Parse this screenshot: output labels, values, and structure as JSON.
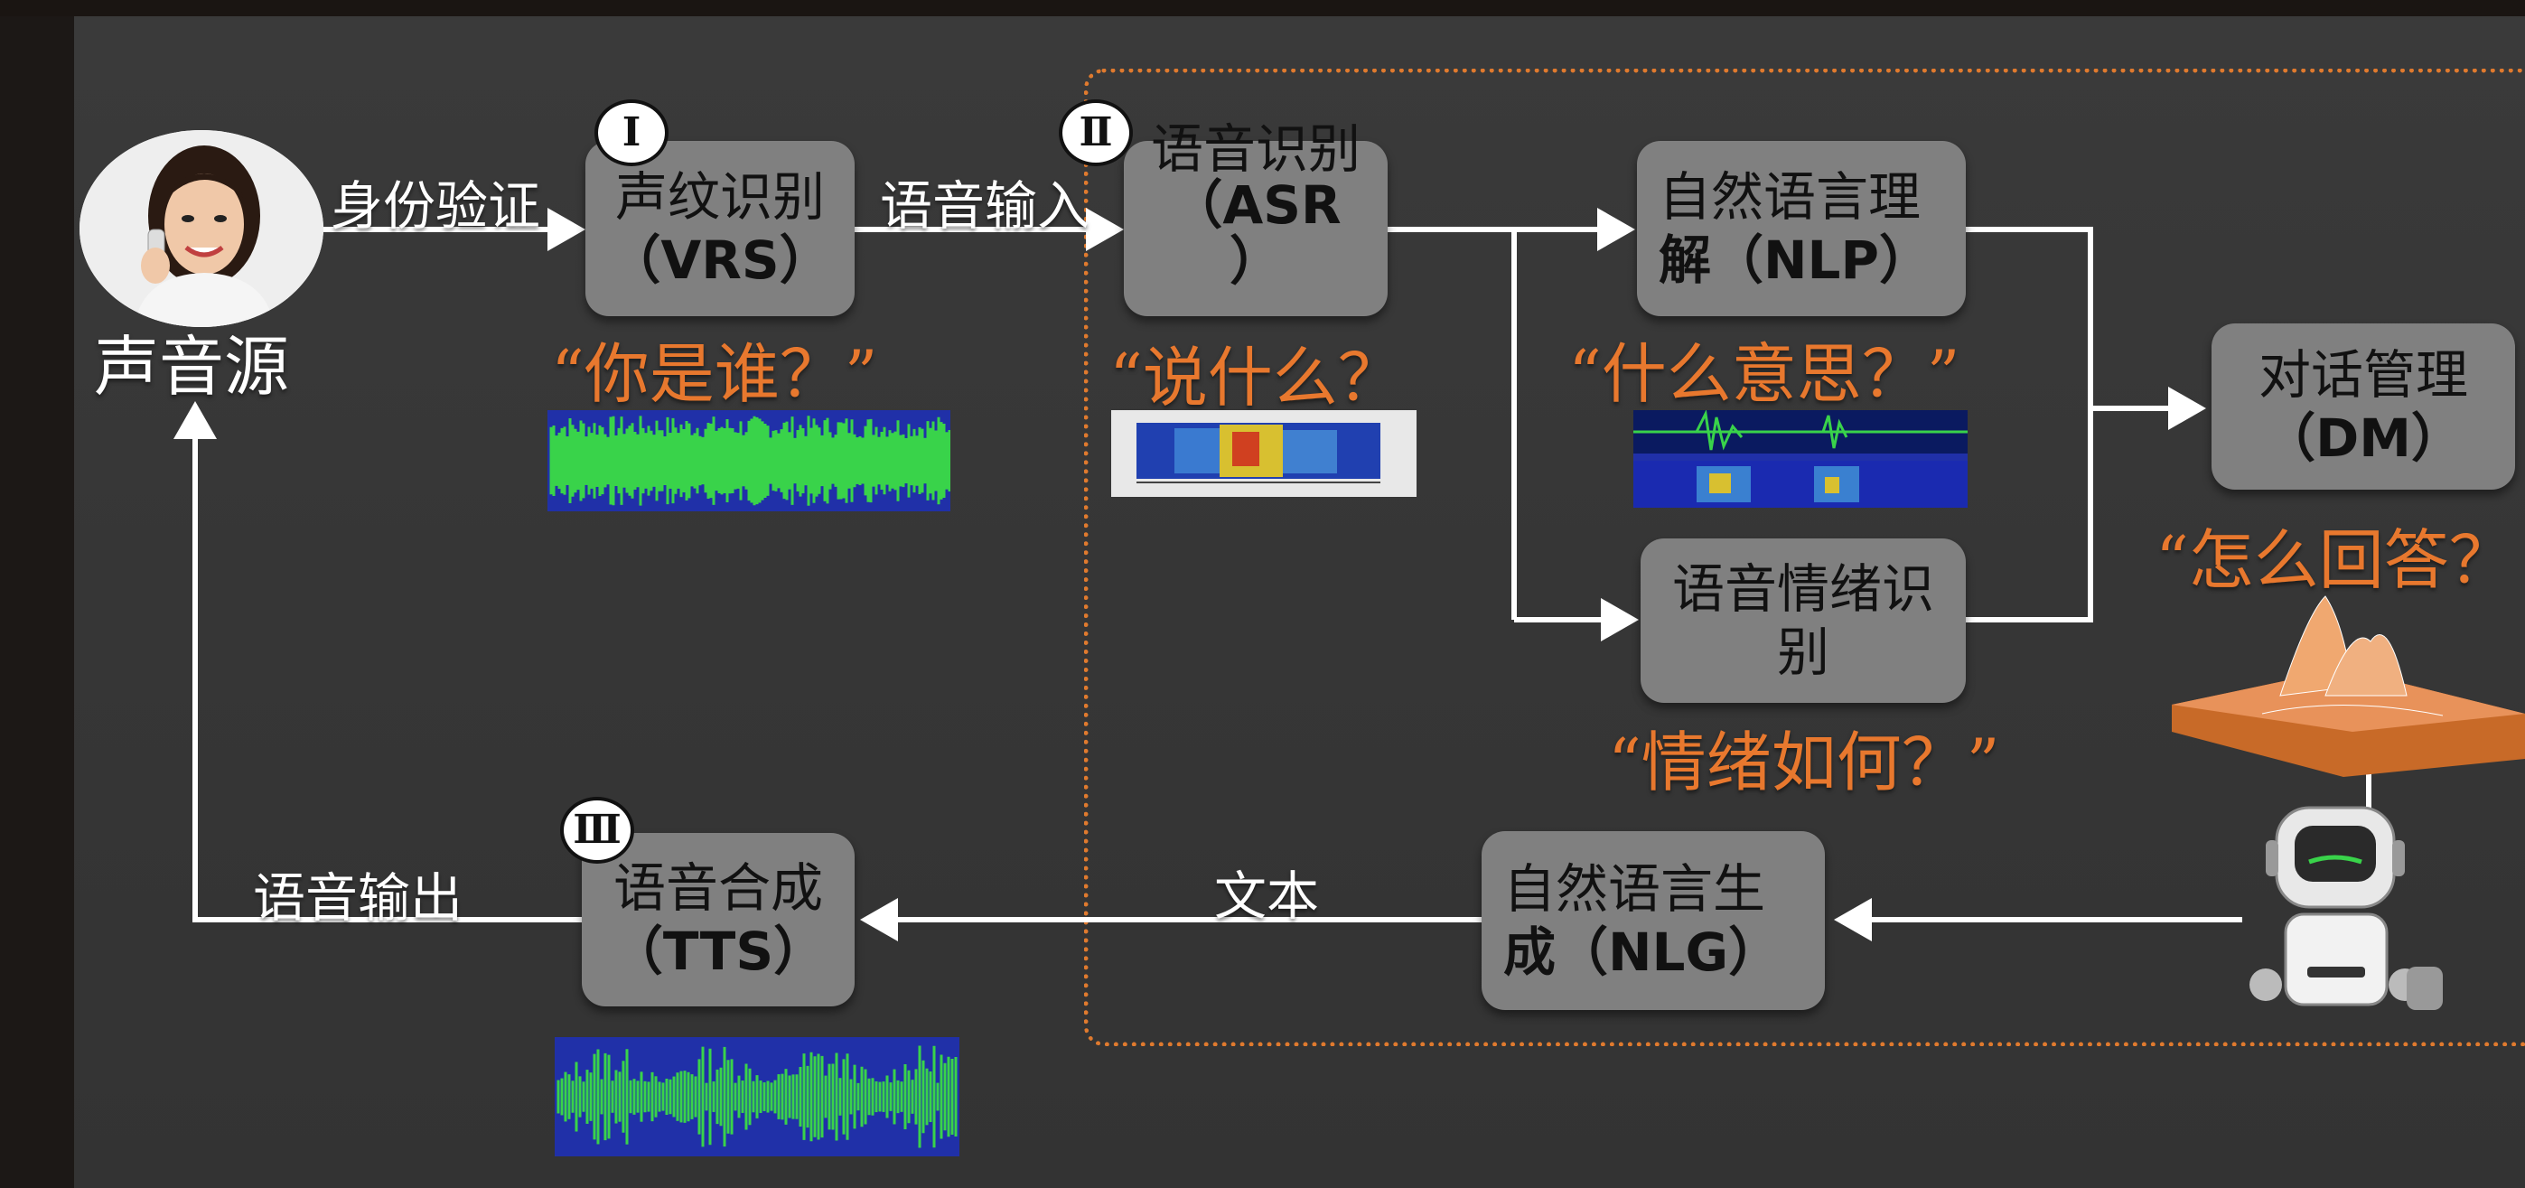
{
  "source_label": "声音源",
  "edge_labels": {
    "identity": "身份验证",
    "speech_in": "语音输入",
    "speech_out": "语音输出",
    "text": "文本"
  },
  "boxes": {
    "vrs": {
      "line1": "声纹识别",
      "line2": "（VRS）"
    },
    "asr": {
      "line1": "语音识别",
      "line2": "（ASR",
      "line3": "）"
    },
    "nlp": {
      "line1": "自然语言理",
      "line2": "解（NLP）"
    },
    "emotion": {
      "line1": "语音情绪识",
      "line2": "别"
    },
    "dm": {
      "line1": "对话管理",
      "line2": "（DM）"
    },
    "nlg": {
      "line1": "自然语言生",
      "line2": "成（NLG）"
    },
    "tts": {
      "line1": "语音合成",
      "line2": "（TTS）"
    }
  },
  "questions": {
    "who": "“你是谁？”",
    "what": "“说什么？",
    "meaning": "“什么意思？”",
    "emotion": "“情绪如何？”",
    "answer": "“怎么回答？"
  },
  "badges": {
    "b1": "Ⅰ",
    "b2": "Ⅱ",
    "b3": "Ⅲ"
  },
  "colors": {
    "accent": "#e8782e",
    "box": "#808080",
    "waveform_bg": "#2030a8",
    "waveform": "#39d34a",
    "arrow": "#ffffff"
  }
}
